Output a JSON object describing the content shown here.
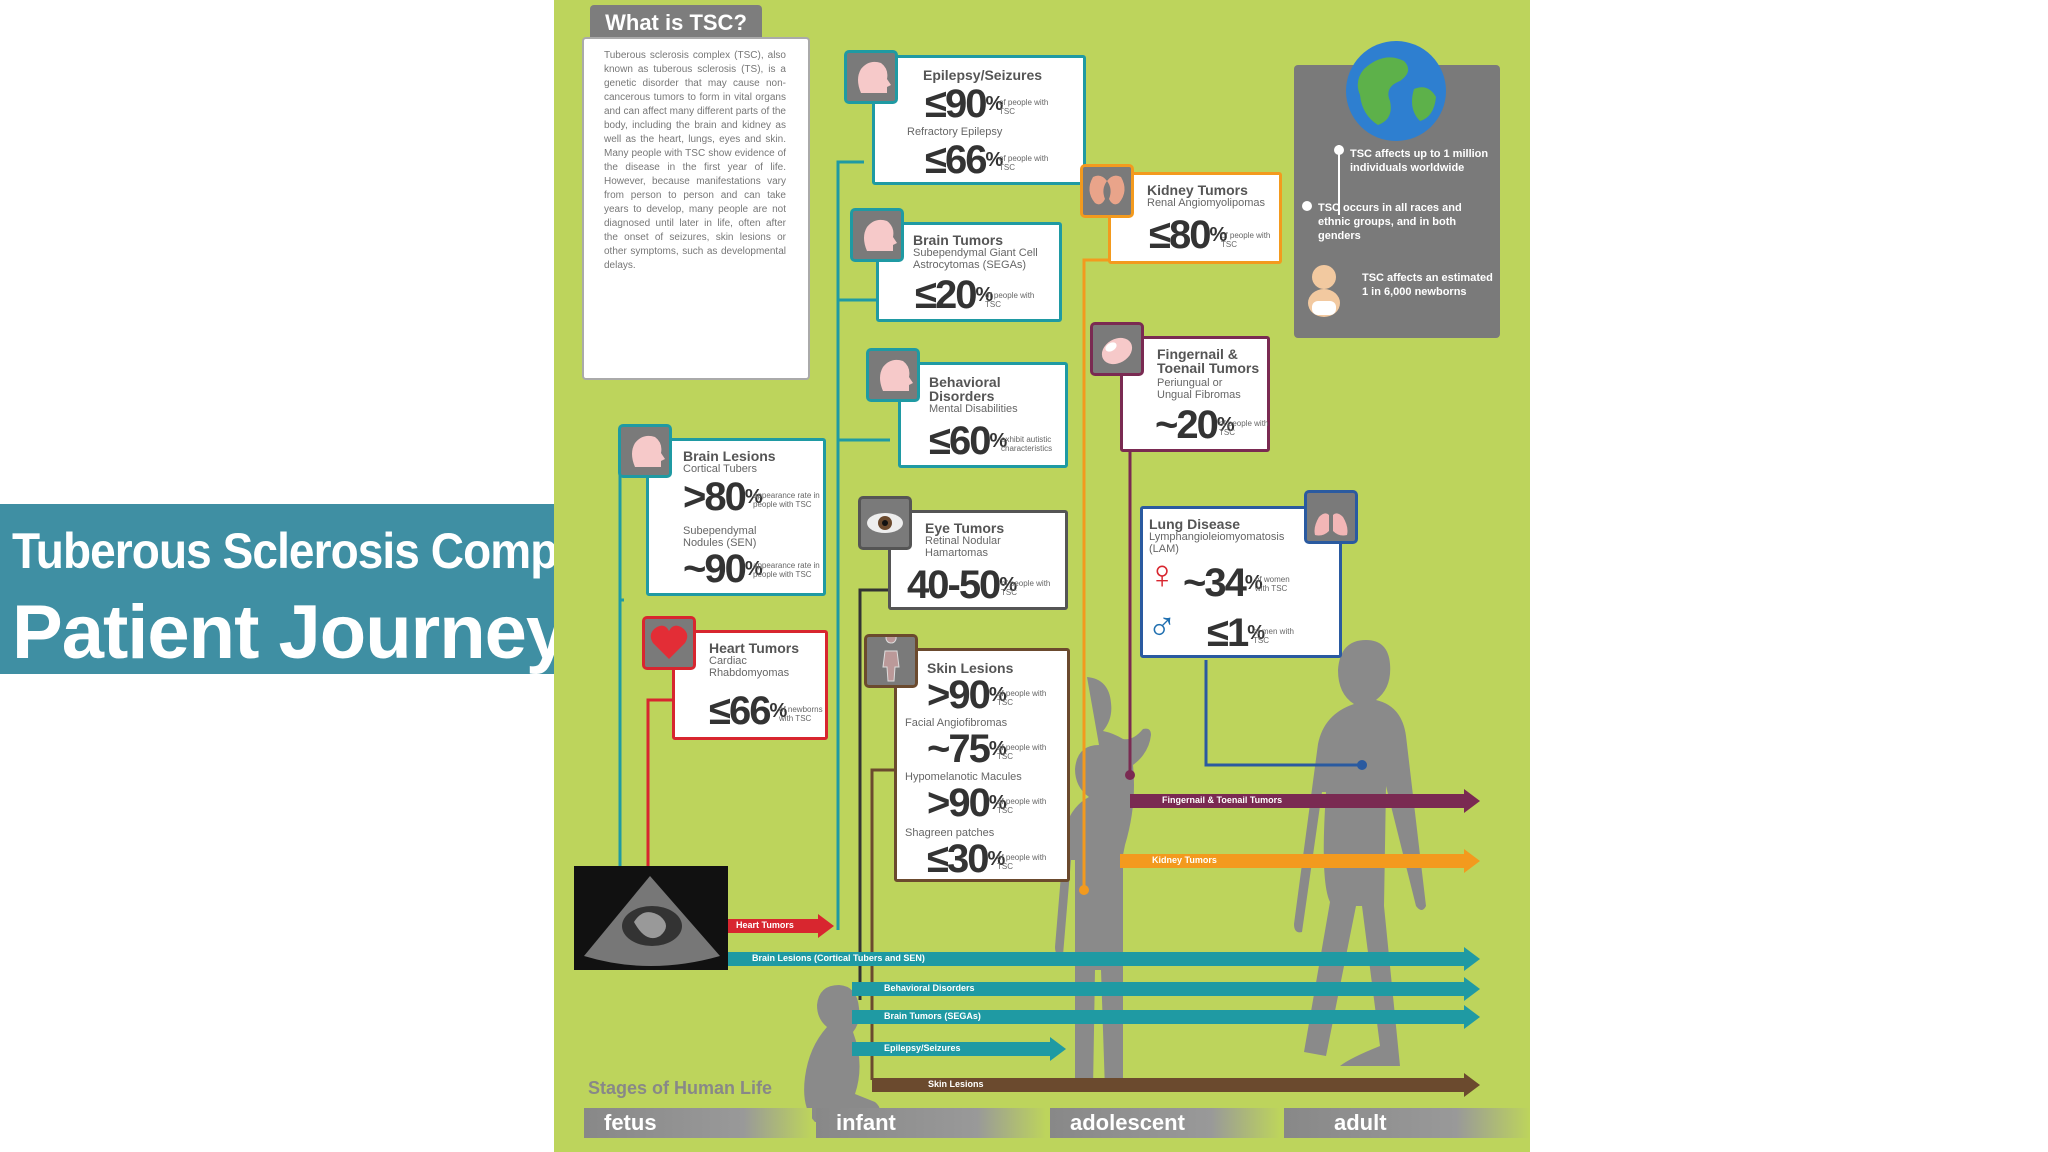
{
  "banner": {
    "line1": "Tuberous Sclerosis Complex",
    "line2": "Patient Journey"
  },
  "what_is": {
    "title": "What is TSC?",
    "body": "Tuberous sclerosis complex (TSC), also known as tuberous sclerosis (TS), is a genetic disorder that may cause non-cancerous tumors to form in vital organs and can affect many different parts of the body, including the brain and kidney as well as the heart, lungs, eyes and skin. Many people with TSC show evidence of the disease in the first year of life. However, because manifestations vary from person to person and can take years to develop, many people are not diagnosed until later in life, often after the onset of seizures, skin lesions or other symptoms, such as developmental delays."
  },
  "facts": {
    "f1": "TSC affects up to 1 million individuals worldwide",
    "f2": "TSC occurs in all races and ethnic groups, and in both genders",
    "f3": "TSC affects an estimated 1 in 6,000 newborns"
  },
  "epilepsy": {
    "title": "Epilepsy/Seizures",
    "s1": "≤90",
    "n1": "of people with TSC",
    "sub2": "Refractory Epilepsy",
    "s2": "≤66",
    "n2": "of people with TSC"
  },
  "brain_tumors": {
    "title": "Brain Tumors",
    "sub": "Subependymal Giant Cell Astrocytomas (SEGAs)",
    "s1": "≤20",
    "n1": "of people with TSC"
  },
  "behavioral": {
    "title": "Behavioral Disorders",
    "sub": "Mental Disabilities",
    "s1": "≤60",
    "n1": "exhibit autistic characteristics"
  },
  "brain_lesions": {
    "title": "Brain Lesions",
    "sub1": "Cortical Tubers",
    "s1": ">80",
    "n1": "appearance rate in people with TSC",
    "sub2": "Subependymal Nodules (SEN)",
    "s2": "~90",
    "n2": "appearance rate in people with TSC"
  },
  "eye": {
    "title": "Eye Tumors",
    "sub": "Retinal Nodular Hamartomas",
    "s1": "40-50",
    "n1": "of people with TSC"
  },
  "heart": {
    "title": "Heart Tumors",
    "sub": "Cardiac Rhabdomyomas",
    "s1": "≤66",
    "n1": "of newborns with TSC"
  },
  "skin": {
    "title": "Skin Lesions",
    "s1": ">90",
    "n1": "of people with TSC",
    "sub2": "Facial Angiofibromas",
    "s2": "~75",
    "n2": "of people with TSC",
    "sub3": "Hypomelanotic Macules",
    "s3": ">90",
    "n3": "of people with TSC",
    "sub4": "Shagreen patches",
    "s4": "≤30",
    "n4": "of people with TSC"
  },
  "kidney": {
    "title": "Kidney Tumors",
    "sub": "Renal Angiomyolipomas",
    "s1": "≤80",
    "n1": "of people with TSC"
  },
  "fingernail": {
    "title": "Fingernail & Toenail Tumors",
    "sub": "Periungual or Ungual Fibromas",
    "s1": "~20",
    "n1": "of people with TSC"
  },
  "lung": {
    "title": "Lung Disease",
    "sub": "Lymphangioleiomyomatosis (LAM)",
    "s1": "~34",
    "n1": "of women with TSC",
    "s2": "≤1",
    "n2": "of men with TSC"
  },
  "pct": "%",
  "timeline": {
    "fingernail": "Fingernail & Toenail Tumors",
    "kidney": "Kidney Tumors",
    "heart": "Heart Tumors",
    "brain_lesions": "Brain Lesions (Cortical Tubers and SEN)",
    "behavioral": "Behavioral Disorders",
    "brain_tumors": "Brain Tumors (SEGAs)",
    "epilepsy": "Epilepsy/Seizures",
    "skin": "Skin Lesions"
  },
  "stages": {
    "heading": "Stages of Human Life",
    "s1": "fetus",
    "s2": "infant",
    "s3": "adolescent",
    "s4": "adult"
  },
  "colors": {
    "teal": "#1f9aa3",
    "red": "#d8262f",
    "orange": "#f39a1e",
    "purple": "#7a2a52",
    "brown": "#6b4a2e",
    "green_bg": "#bdd45c",
    "banner": "#3f8fa3"
  }
}
